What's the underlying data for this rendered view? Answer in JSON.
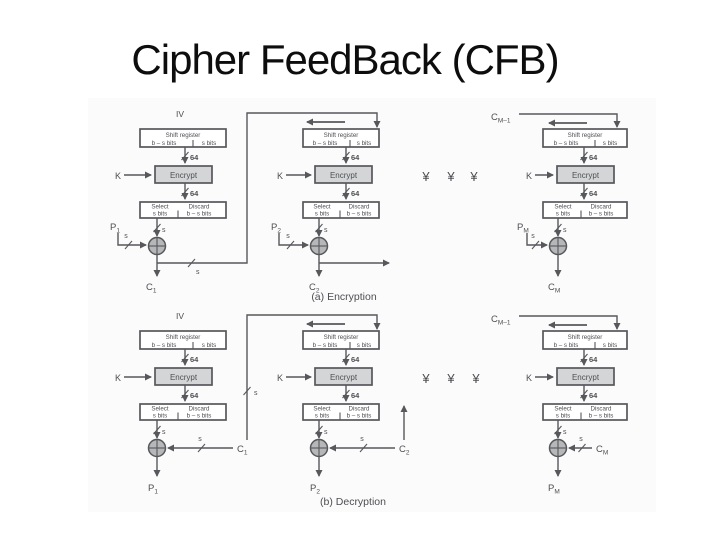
{
  "slide": {
    "title": "Cipher FeedBack (CFB)"
  },
  "figure": {
    "caption_encryption": "(a) Encryption",
    "caption_decryption": "(b) Decryption",
    "iv": "IV",
    "key": "K",
    "bus_64": "64",
    "bus_s": "s",
    "ellipsis_char": "¥",
    "prev_cipher": {
      "main": "C",
      "sub": "M–1"
    },
    "shift_register": {
      "title": "Shift register",
      "left": "b – s bits",
      "right": "s bits"
    },
    "encrypt": "Encrypt",
    "select": {
      "line1": "Select",
      "line2": "s bits"
    },
    "discard": {
      "line1": "Discard",
      "line2": "b – s bits"
    },
    "enc_terminals": [
      {
        "plain": "P",
        "plain_sub": "1",
        "cipher": "C",
        "cipher_sub": "1"
      },
      {
        "plain": "P",
        "plain_sub": "2",
        "cipher": "C",
        "cipher_sub": "2"
      },
      {
        "plain": "P",
        "plain_sub": "M",
        "cipher": "C",
        "cipher_sub": "M"
      }
    ],
    "dec_terminals": [
      {
        "cipher": "C",
        "cipher_sub": "1",
        "plain": "P",
        "plain_sub": "1"
      },
      {
        "cipher": "C",
        "cipher_sub": "2",
        "plain": "P",
        "plain_sub": "2"
      },
      {
        "cipher": "C",
        "cipher_sub": "M",
        "plain": "P",
        "plain_sub": "M"
      }
    ]
  },
  "colors": {
    "line": "#57585c",
    "encrypt_fill": "#d3d5d7",
    "xor_fill": "#b5b7b9",
    "title": "#0d0d0d"
  }
}
